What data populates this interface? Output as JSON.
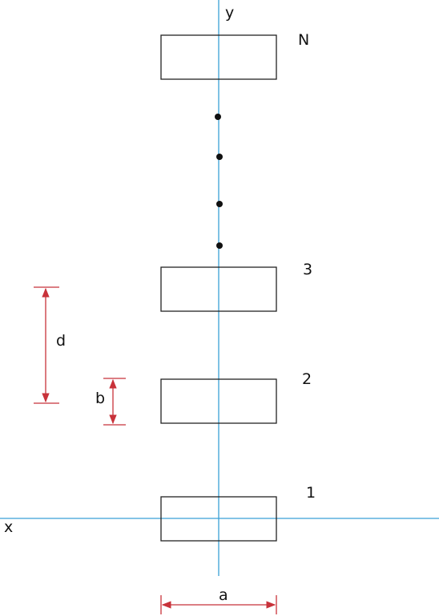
{
  "diagram": {
    "axes": {
      "x_label": "x",
      "y_label": "y"
    },
    "plates": [
      {
        "label": "N"
      },
      {
        "label": "3"
      },
      {
        "label": "2"
      },
      {
        "label": "1"
      }
    ],
    "dimensions": {
      "width_label": "a",
      "height_label": "b",
      "spacing_label": "d"
    },
    "colors": {
      "axis": "#3aa0d6",
      "dimension": "#c8323a",
      "outline": "#222222"
    }
  }
}
